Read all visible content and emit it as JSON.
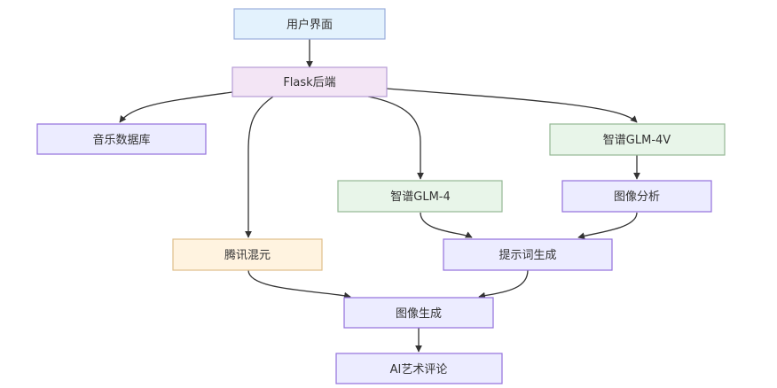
{
  "colors": {
    "edge": "#333333",
    "text": "#333333",
    "blue_fill": "#e3f2fd",
    "blue_stroke": "#9aaedc",
    "purple_fill": "#f3e5f5",
    "purple_stroke": "#b69cd6",
    "lavender_fill": "#ececff",
    "lavender_stroke": "#9370db",
    "green_fill": "#e8f5e9",
    "green_stroke": "#94b894",
    "orange_fill": "#fff3e0",
    "orange_stroke": "#e0bf8a"
  },
  "nodes": {
    "user_ui": "用户界面",
    "flask_backend": "Flask后端",
    "music_db": "音乐数据库",
    "glm4v": "智谱GLM-4V",
    "glm4": "智谱GLM-4",
    "image_analysis": "图像分析",
    "tencent_hunyuan": "腾讯混元",
    "prompt_gen": "提示词生成",
    "image_gen": "图像生成",
    "ai_art_review": "AI艺术评论"
  },
  "edges": [
    [
      "user_ui",
      "flask_backend"
    ],
    [
      "flask_backend",
      "music_db"
    ],
    [
      "flask_backend",
      "tencent_hunyuan"
    ],
    [
      "flask_backend",
      "glm4"
    ],
    [
      "flask_backend",
      "glm4v"
    ],
    [
      "glm4v",
      "image_analysis"
    ],
    [
      "glm4",
      "prompt_gen"
    ],
    [
      "image_analysis",
      "prompt_gen"
    ],
    [
      "tencent_hunyuan",
      "image_gen"
    ],
    [
      "prompt_gen",
      "image_gen"
    ],
    [
      "image_gen",
      "ai_art_review"
    ]
  ]
}
